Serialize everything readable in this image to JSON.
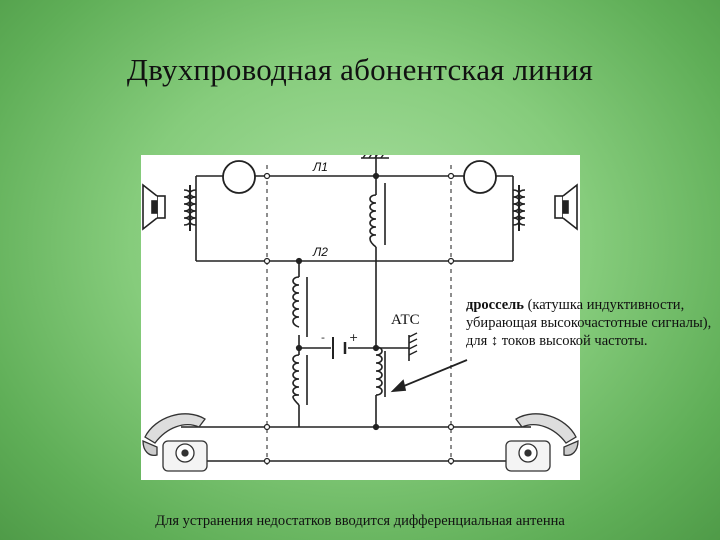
{
  "slide": {
    "title": "Двухпроводная абонентская линия",
    "caption": "Для устранения недостатков вводится дифференциальная антенна"
  },
  "diagram": {
    "line1_label": "Л1",
    "line2_label": "Л2",
    "exchange_label": "АТС"
  },
  "note": {
    "term": "дроссель",
    "definition": " (катушка индуктивности, убирающая высокочастотные сигналы), для ↕ токов высокой частоты."
  },
  "colors": {
    "background": "#86cc7c",
    "diagram_bg": "#ffffff",
    "ink": "#111111"
  }
}
